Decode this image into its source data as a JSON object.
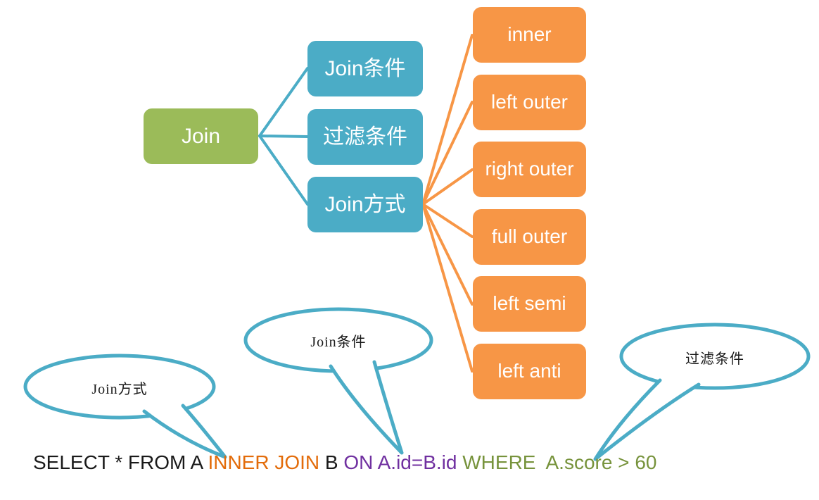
{
  "diagram": {
    "root": {
      "label": "Join"
    },
    "branches": [
      {
        "label": "Join条件"
      },
      {
        "label": "过滤条件"
      },
      {
        "label": "Join方式"
      }
    ],
    "join_types": [
      "inner",
      "left outer",
      "right outer",
      "full outer",
      "left semi",
      "left anti"
    ]
  },
  "callouts": [
    {
      "label": "Join方式"
    },
    {
      "label": "Join条件"
    },
    {
      "label": "过滤条件"
    }
  ],
  "sql": {
    "segments": [
      {
        "text": "SELECT * FROM A ",
        "color": "#1a1a1a"
      },
      {
        "text": "INNER JOIN",
        "color": "#e36c0a"
      },
      {
        "text": " B ",
        "color": "#1a1a1a"
      },
      {
        "text": "ON A.id=B.id",
        "color": "#7030a0"
      },
      {
        "text": " WHERE  A.score > 60",
        "color": "#77933c"
      }
    ]
  },
  "colors": {
    "node_green": "#9bbb59",
    "node_teal": "#4bacc6",
    "node_orange": "#f79646",
    "connector_teal": "#4bacc6",
    "connector_orange": "#f79646",
    "callout_border": "#4bacc6",
    "sql_black": "#1a1a1a",
    "sql_orange": "#e36c0a",
    "sql_purple": "#7030a0",
    "sql_olive": "#77933c"
  }
}
